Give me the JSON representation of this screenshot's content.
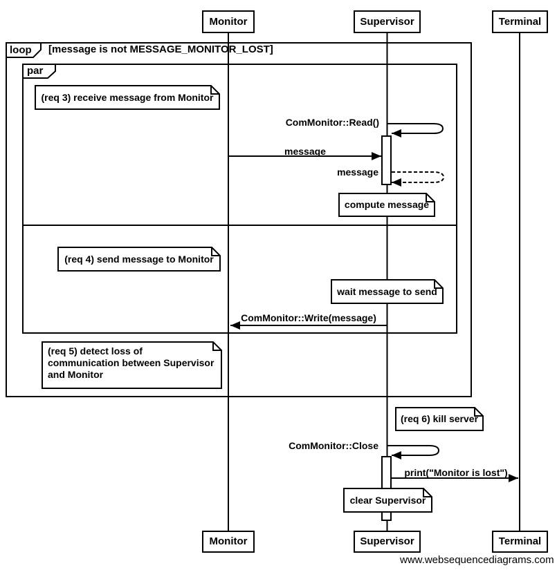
{
  "participants": [
    "Monitor",
    "Supervisor",
    "Terminal"
  ],
  "fragments": {
    "loop_label": "loop",
    "loop_condition": "[message is not MESSAGE_MONITOR_LOST]",
    "par_label": "par"
  },
  "notes": {
    "req3": "(req 3) receive message from Monitor",
    "compute": "compute message",
    "req4": "(req 4) send message to Monitor",
    "wait": "wait message to send",
    "req5": "(req 5) detect loss of\ncommunication between Supervisor\nand Monitor",
    "req6": "(req 6) kill server",
    "clear": "clear Supervisor"
  },
  "messages": {
    "read": "ComMonitor::Read()",
    "message_in": "message",
    "message_return": "message",
    "write": "ComMonitor::Write(message)",
    "close": "ComMonitor::Close",
    "print": "print(\"Monitor is lost\")"
  },
  "footer": "www.websequencediagrams.com",
  "colors": {
    "line": "#000000",
    "background": "#ffffff"
  }
}
